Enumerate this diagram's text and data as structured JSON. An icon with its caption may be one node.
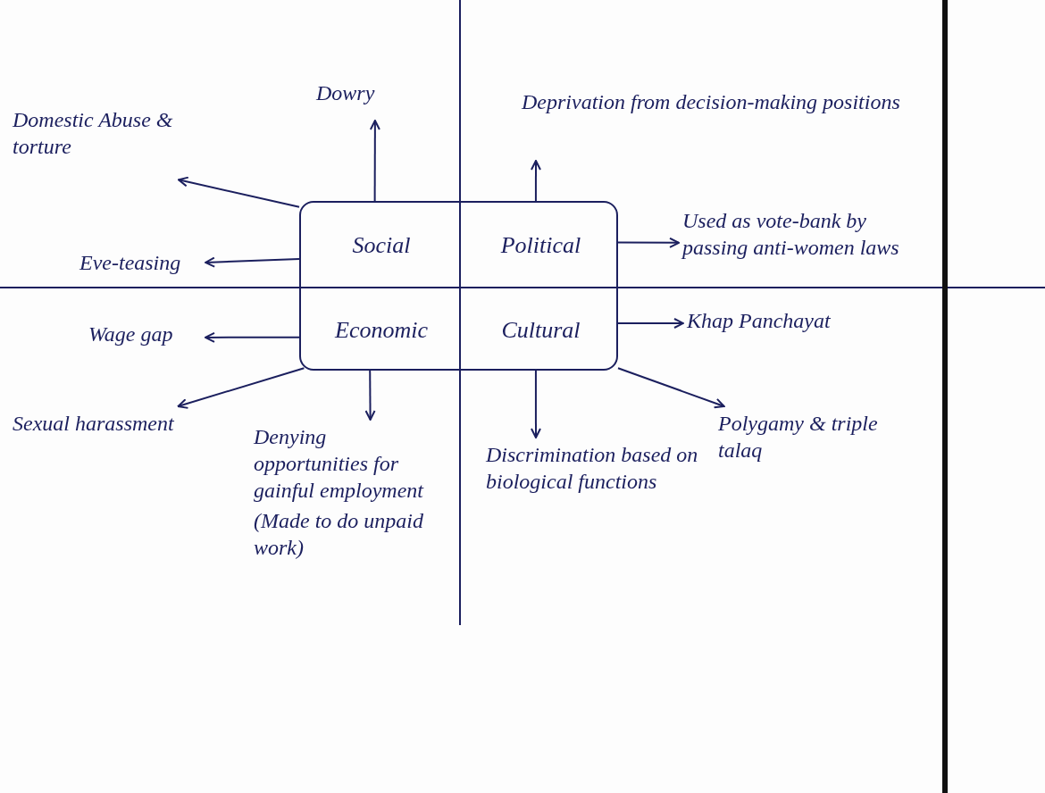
{
  "diagram": {
    "nodes": [
      {
        "text": [],
        "shape": "box"
      },
      {
        "text": [
          "Social"
        ],
        "in": 0
      },
      {
        "text": [
          "Political"
        ],
        "in": 0
      },
      {
        "text": [
          "Economic"
        ],
        "in": 0
      },
      {
        "text": [
          "Cultural"
        ],
        "in": 0
      },
      {
        "text": [
          "Domestic Abuse & torture"
        ]
      },
      {
        "text": [
          "Dowry"
        ]
      },
      {
        "text": [
          "Deprivation from decision-making positions"
        ]
      },
      {
        "text": [
          "Used as vote-bank by passing anti-women laws"
        ]
      },
      {
        "text": [
          "Eve-teasing"
        ]
      },
      {
        "text": [
          "Wage gap"
        ]
      },
      {
        "text": [
          "Khap Panchayat"
        ]
      },
      {
        "text": [
          "Polygamy & triple talaq"
        ]
      },
      {
        "text": [
          "Sexual harassment"
        ]
      },
      {
        "text": [
          "Denying opportunities for gainful employment",
          "(Made to do unpaid work)"
        ]
      },
      {
        "text": [
          "Discrimination based on biological functions"
        ]
      }
    ],
    "edges": [
      {
        "from": 1,
        "to": 5,
        "arrow": "to"
      },
      {
        "from": 1,
        "to": 6,
        "arrow": "to"
      },
      {
        "from": 2,
        "to": 7,
        "arrow": "to"
      },
      {
        "from": 2,
        "to": 8,
        "arrow": "to"
      },
      {
        "from": 1,
        "to": 9,
        "arrow": "to"
      },
      {
        "from": 3,
        "to": 10,
        "arrow": "to"
      },
      {
        "from": 4,
        "to": 11,
        "arrow": "to"
      },
      {
        "from": 4,
        "to": 12,
        "arrow": "to"
      },
      {
        "from": 3,
        "to": 13,
        "arrow": "to"
      },
      {
        "from": 3,
        "to": 14,
        "arrow": "to"
      },
      {
        "from": 4,
        "to": 15,
        "arrow": "to"
      }
    ]
  }
}
